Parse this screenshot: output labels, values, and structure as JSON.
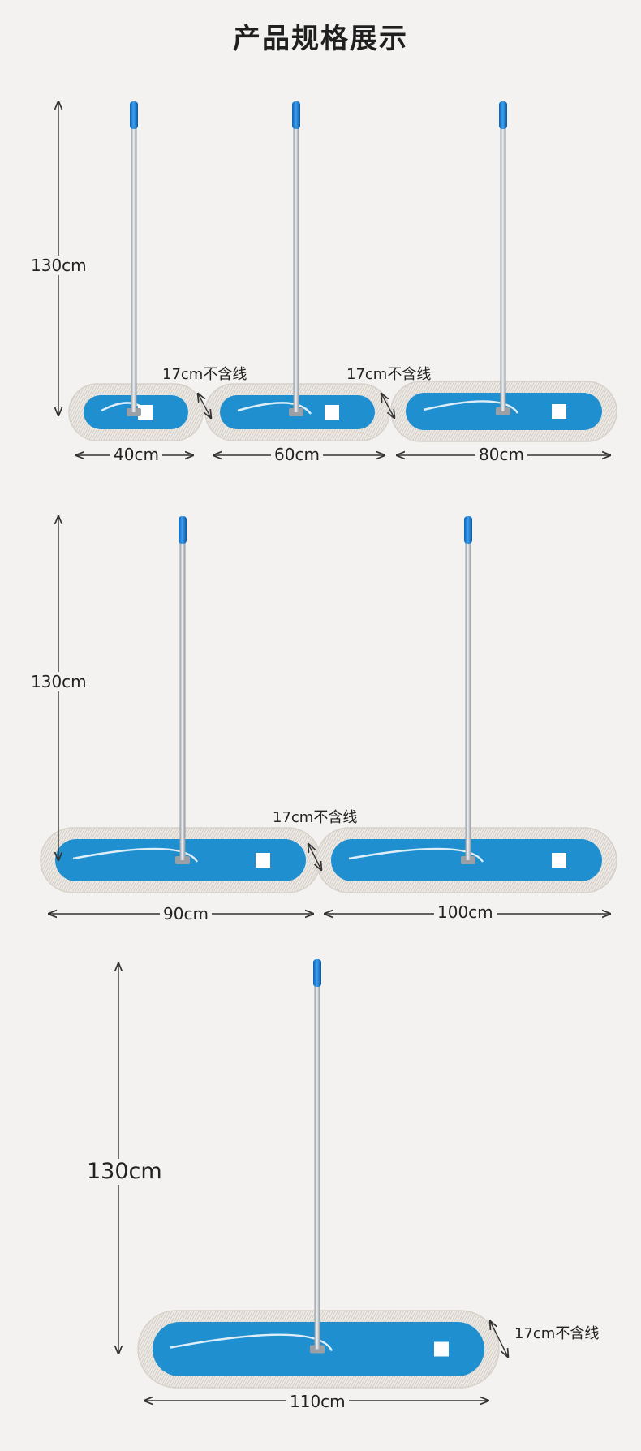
{
  "title": "产品规格展示",
  "products": [
    {
      "height": "130cm",
      "width": "40cm",
      "pad_height": "17cm不含线"
    },
    {
      "height": "130cm",
      "width": "60cm",
      "pad_height": "17cm不含线"
    },
    {
      "height": "130cm",
      "width": "80cm",
      "pad_height": ""
    },
    {
      "height": "130cm",
      "width": "90cm",
      "pad_height": "17cm不含线"
    },
    {
      "height": "130cm",
      "width": "100cm",
      "pad_height": ""
    },
    {
      "height": "130cm",
      "width": "110cm",
      "pad_height": "17cm不含线"
    }
  ],
  "colors": {
    "background": "#f3f2f0",
    "handle_grip": "#1f7fd6",
    "pole": "#b9bfc5",
    "pad": "#1f8fd0",
    "fringe": "#e9e7e3",
    "arrow": "#333333"
  }
}
